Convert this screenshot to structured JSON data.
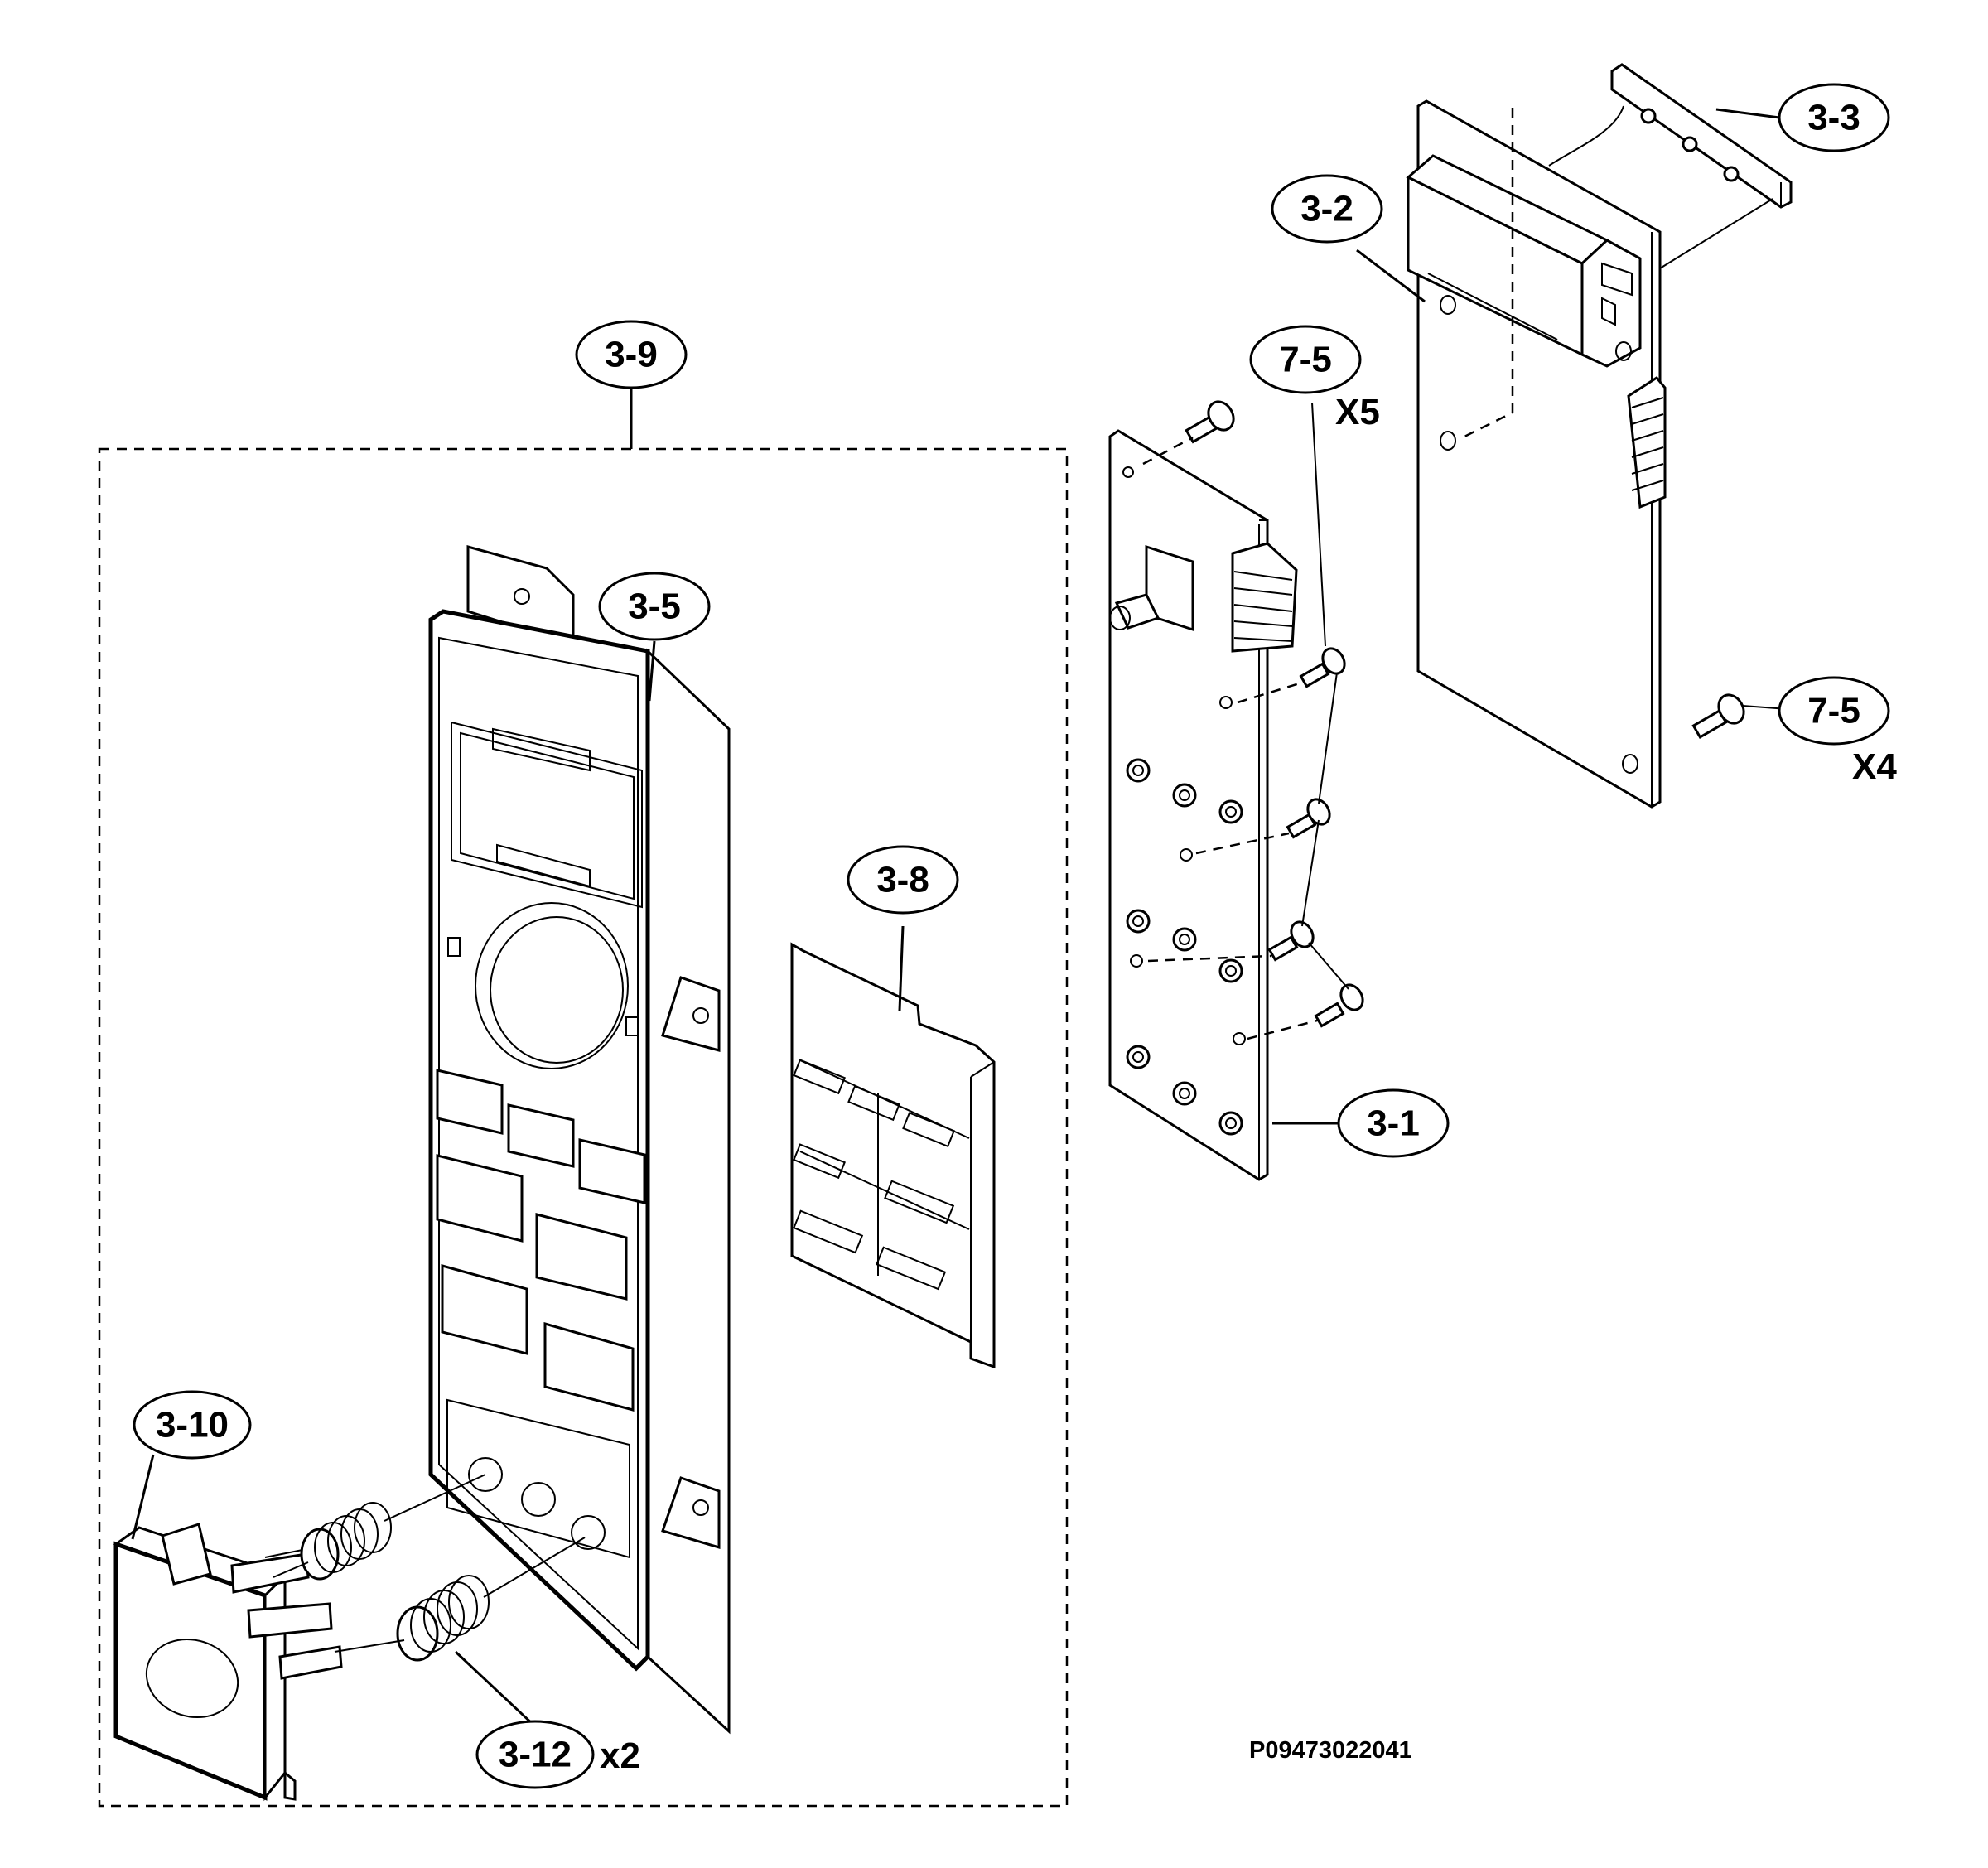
{
  "callouts": [
    {
      "id": "c-3-3",
      "label": "3-3"
    },
    {
      "id": "c-3-2",
      "label": "3-2"
    },
    {
      "id": "c-3-9",
      "label": "3-9"
    },
    {
      "id": "c-7-5-a",
      "label": "7-5"
    },
    {
      "id": "c-3-5",
      "label": "3-5"
    },
    {
      "id": "c-7-5-b",
      "label": "7-5"
    },
    {
      "id": "c-3-8",
      "label": "3-8"
    },
    {
      "id": "c-3-1",
      "label": "3-1"
    },
    {
      "id": "c-3-10",
      "label": "3-10"
    },
    {
      "id": "c-3-12",
      "label": "3-12"
    }
  ],
  "quantities": {
    "screws_a": "X5",
    "screws_b": "X4",
    "springs": "x2"
  },
  "drawing_code": "P09473022041"
}
